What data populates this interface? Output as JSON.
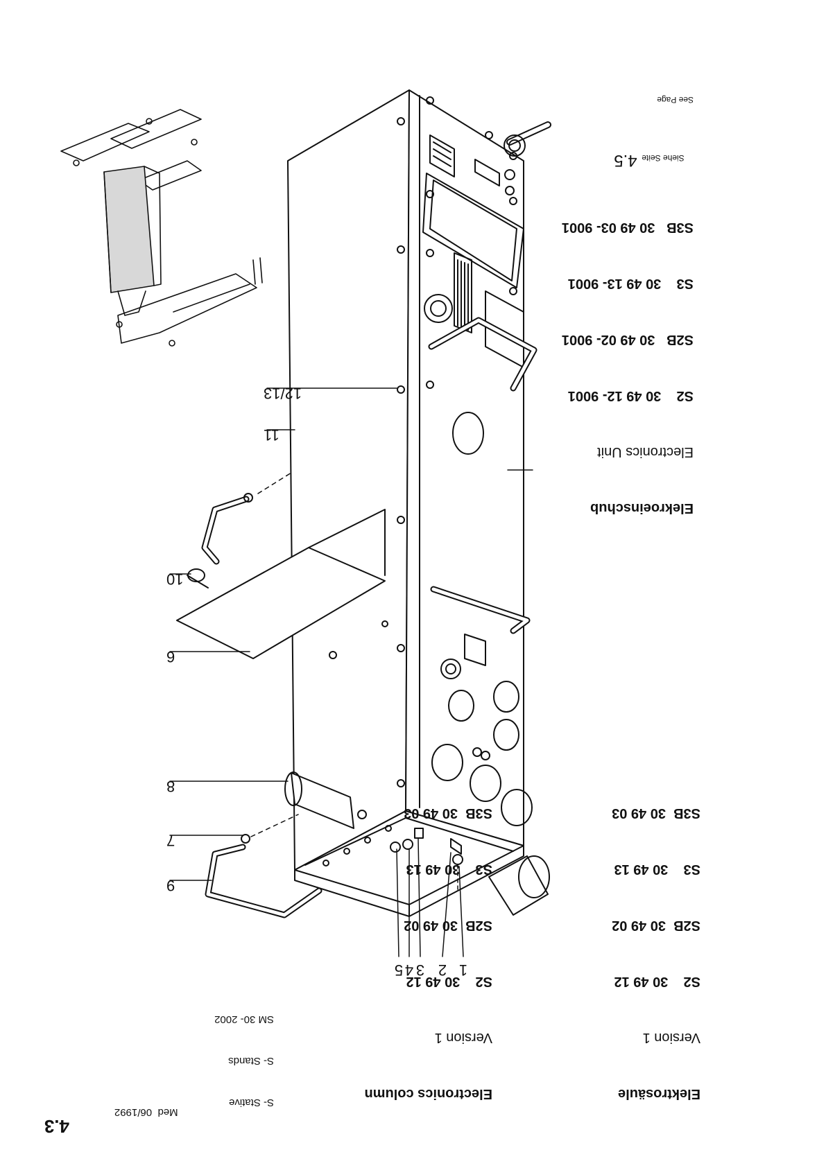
{
  "callouts": [
    "1",
    "2",
    "3",
    "4",
    "5",
    "6",
    "7",
    "8",
    "9",
    "10",
    "11",
    "12/13"
  ],
  "unit_block": {
    "title_de": "Elekroeinschub",
    "title_en": "Electronics Unit",
    "rows": [
      "S2    30 49 12- 9001",
      "S2B   30 49 02- 9001",
      "S3    30 49 13- 9001",
      "S3B   30 49 03- 9001"
    ],
    "see_de": "Siehe Seite",
    "see_en": "See Page",
    "see_page": "4.5"
  },
  "left_block": {
    "title": "Elektrosäule",
    "version": "Version 1",
    "rows": [
      "S2    30 49 12",
      "S2B  30 49 02",
      "S3    30 49 13",
      "S3B  30 49 03"
    ]
  },
  "middle_block": {
    "title": "Electronics column",
    "version": "Version 1",
    "rows": [
      "S2    30 49 12",
      "S2B  30 49 02",
      "S3    30 49 13",
      "S3B  30 49 03"
    ]
  },
  "footer": {
    "stand_de": "S- Stative",
    "stand_en": "S- Stands",
    "manual": "SM 30- 2002",
    "brand": "Med",
    "date": "06/1992",
    "page": "4.3"
  }
}
